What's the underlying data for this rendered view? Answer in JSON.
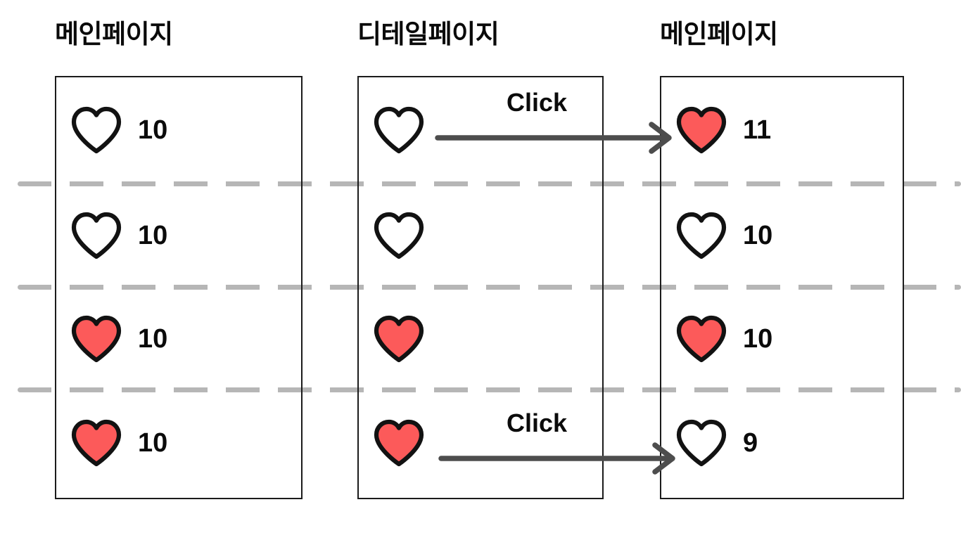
{
  "panels": [
    {
      "title": "메인페이지",
      "rows": [
        {
          "heart": "heart-outline-icon",
          "filled": false,
          "count": "10"
        },
        {
          "heart": "heart-outline-icon",
          "filled": false,
          "count": "10"
        },
        {
          "heart": "heart-filled-icon",
          "filled": true,
          "count": "10"
        },
        {
          "heart": "heart-filled-icon",
          "filled": true,
          "count": "10"
        }
      ]
    },
    {
      "title": "디테일페이지",
      "rows": [
        {
          "heart": "heart-outline-icon",
          "filled": false,
          "count": ""
        },
        {
          "heart": "heart-outline-icon",
          "filled": false,
          "count": ""
        },
        {
          "heart": "heart-filled-icon",
          "filled": true,
          "count": ""
        },
        {
          "heart": "heart-filled-icon",
          "filled": true,
          "count": ""
        }
      ]
    },
    {
      "title": "메인페이지",
      "rows": [
        {
          "heart": "heart-filled-icon",
          "filled": true,
          "count": "11"
        },
        {
          "heart": "heart-outline-icon",
          "filled": false,
          "count": "10"
        },
        {
          "heart": "heart-filled-icon",
          "filled": true,
          "count": "10"
        },
        {
          "heart": "heart-outline-icon",
          "filled": false,
          "count": "9"
        }
      ]
    }
  ],
  "arrows": [
    {
      "label": "Click",
      "icon": "arrow-right-icon",
      "from_row": 1,
      "to_row": 1
    },
    {
      "label": "Click",
      "icon": "arrow-right-icon",
      "from_row": 4,
      "to_row": 4
    }
  ],
  "colors": {
    "heart_fill": "#FC5A5A",
    "heart_stroke": "#121212",
    "arrow": "#4d4d4d",
    "dash": "#b6b6b6",
    "box_border": "#1b1b1b",
    "text": "#0b0b0b",
    "background": "#ffffff"
  },
  "separators": [
    {
      "name": "row-separator-1"
    },
    {
      "name": "row-separator-2"
    },
    {
      "name": "row-separator-3"
    }
  ]
}
